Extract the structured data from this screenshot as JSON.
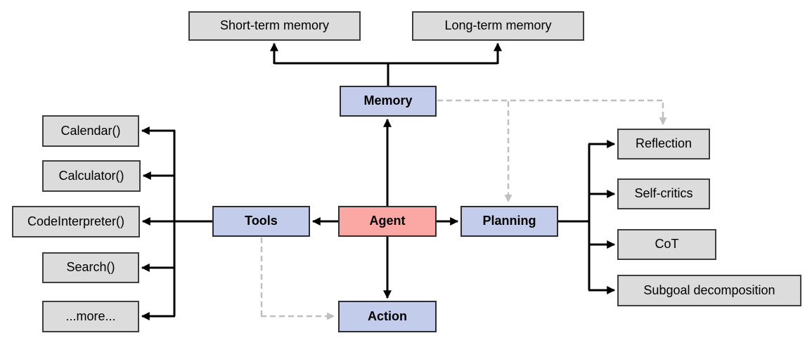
{
  "diagram": {
    "type": "flowchart",
    "colors": {
      "node_gray_fill": "#dcdcdc",
      "node_blue_fill": "#c3ccea",
      "node_pink_fill": "#fba7a3",
      "node_border": "#3f3f3f",
      "solid_connector": "#000000",
      "dashed_connector": "#bfbfbf",
      "background": "#ffffff"
    },
    "nodes": {
      "short_term_memory": {
        "label": "Short-term memory",
        "style": "gray"
      },
      "long_term_memory": {
        "label": "Long-term memory",
        "style": "gray"
      },
      "memory": {
        "label": "Memory",
        "style": "blue"
      },
      "tools": {
        "label": "Tools",
        "style": "blue"
      },
      "agent": {
        "label": "Agent",
        "style": "pink"
      },
      "planning": {
        "label": "Planning",
        "style": "blue"
      },
      "action": {
        "label": "Action",
        "style": "blue"
      },
      "calendar": {
        "label": "Calendar()",
        "style": "gray"
      },
      "calculator": {
        "label": "Calculator()",
        "style": "gray"
      },
      "code_interpreter": {
        "label": "CodeInterpreter()",
        "style": "gray"
      },
      "search": {
        "label": "Search()",
        "style": "gray"
      },
      "more": {
        "label": "...more...",
        "style": "gray"
      },
      "reflection": {
        "label": "Reflection",
        "style": "gray"
      },
      "self_critics": {
        "label": "Self-critics",
        "style": "gray"
      },
      "cot": {
        "label": "CoT",
        "style": "gray"
      },
      "subgoal_decomposition": {
        "label": "Subgoal decomposition",
        "style": "gray"
      }
    },
    "edges": [
      {
        "from": "memory",
        "to": "short_term_memory",
        "style": "solid",
        "arrow": "end"
      },
      {
        "from": "memory",
        "to": "long_term_memory",
        "style": "solid",
        "arrow": "end"
      },
      {
        "from": "agent",
        "to": "memory",
        "style": "solid",
        "arrow": "end"
      },
      {
        "from": "agent",
        "to": "tools",
        "style": "solid",
        "arrow": "end"
      },
      {
        "from": "agent",
        "to": "planning",
        "style": "solid",
        "arrow": "end"
      },
      {
        "from": "agent",
        "to": "action",
        "style": "solid",
        "arrow": "end"
      },
      {
        "from": "tools",
        "to": "calendar",
        "style": "solid",
        "arrow": "end"
      },
      {
        "from": "tools",
        "to": "calculator",
        "style": "solid",
        "arrow": "end"
      },
      {
        "from": "tools",
        "to": "code_interpreter",
        "style": "solid",
        "arrow": "end"
      },
      {
        "from": "tools",
        "to": "search",
        "style": "solid",
        "arrow": "end"
      },
      {
        "from": "tools",
        "to": "more",
        "style": "solid",
        "arrow": "end"
      },
      {
        "from": "planning",
        "to": "reflection",
        "style": "solid",
        "arrow": "end"
      },
      {
        "from": "planning",
        "to": "self_critics",
        "style": "solid",
        "arrow": "end"
      },
      {
        "from": "planning",
        "to": "cot",
        "style": "solid",
        "arrow": "end"
      },
      {
        "from": "planning",
        "to": "subgoal_decomposition",
        "style": "solid",
        "arrow": "end"
      },
      {
        "from": "memory",
        "to": "planning",
        "style": "dashed",
        "arrow": "end"
      },
      {
        "from": "memory",
        "to": "reflection",
        "style": "dashed",
        "arrow": "end"
      },
      {
        "from": "tools",
        "to": "action",
        "style": "dashed",
        "arrow": "end"
      }
    ]
  }
}
